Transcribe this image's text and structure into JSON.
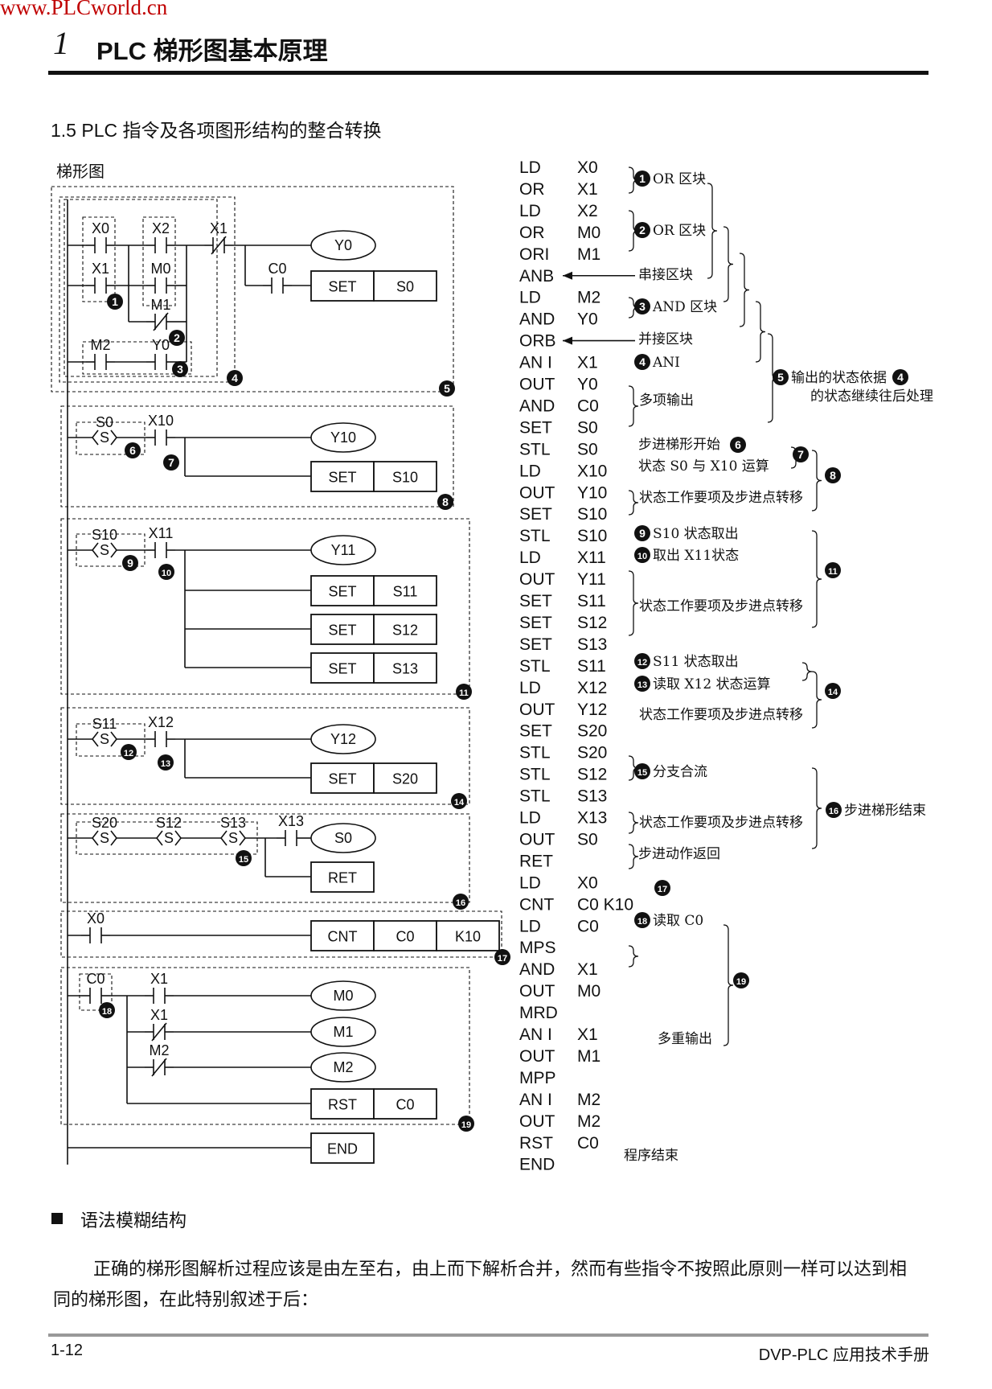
{
  "watermark": "www.PLCworld.cn",
  "chapter": {
    "number": "1",
    "title": "PLC 梯形图基本原理"
  },
  "section_title": "1.5 PLC 指令及各项图形结构的整合转换",
  "diagram_label": "梯形图",
  "ladder": {
    "contacts": [
      "X0",
      "X2",
      "X1",
      "X1",
      "M0",
      "M1",
      "M2",
      "Y0",
      "C0",
      "S0",
      "X10",
      "S10",
      "X11",
      "S11",
      "X12",
      "S20",
      "S12",
      "S13",
      "X13",
      "X0",
      "C0",
      "X1",
      "X1",
      "M2"
    ],
    "coils": [
      "Y0",
      "Y10",
      "Y11",
      "Y12",
      "S0",
      "M0",
      "M1",
      "M2"
    ],
    "boxes": [
      "SET",
      "S0",
      "SET",
      "S10",
      "SET",
      "S11",
      "SET",
      "S12",
      "SET",
      "S13",
      "SET",
      "S20",
      "RET",
      "CNT",
      "C0",
      "K10",
      "RST",
      "C0",
      "END"
    ],
    "markers": [
      "1",
      "2",
      "3",
      "4",
      "5",
      "6",
      "7",
      "8",
      "9",
      "10",
      "11",
      "12",
      "13",
      "14",
      "15",
      "16",
      "17",
      "18",
      "19"
    ]
  },
  "instructions": [
    {
      "op": "LD",
      "arg": "X0"
    },
    {
      "op": "OR",
      "arg": "X1"
    },
    {
      "op": "LD",
      "arg": "X2"
    },
    {
      "op": "OR",
      "arg": "M0"
    },
    {
      "op": "ORI",
      "arg": "M1"
    },
    {
      "op": "ANB",
      "arg": ""
    },
    {
      "op": "LD",
      "arg": "M2"
    },
    {
      "op": "AND",
      "arg": "Y0"
    },
    {
      "op": "ORB",
      "arg": ""
    },
    {
      "op": "AN I",
      "arg": "X1"
    },
    {
      "op": "OUT",
      "arg": "Y0"
    },
    {
      "op": "AND",
      "arg": "C0"
    },
    {
      "op": "SET",
      "arg": "S0"
    },
    {
      "op": "STL",
      "arg": "S0"
    },
    {
      "op": "LD",
      "arg": "X10"
    },
    {
      "op": "OUT",
      "arg": "Y10"
    },
    {
      "op": "SET",
      "arg": "S10"
    },
    {
      "op": "STL",
      "arg": "S10"
    },
    {
      "op": "LD",
      "arg": "X11"
    },
    {
      "op": "OUT",
      "arg": "Y11"
    },
    {
      "op": "SET",
      "arg": "S11"
    },
    {
      "op": "SET",
      "arg": "S12"
    },
    {
      "op": "SET",
      "arg": "S13"
    },
    {
      "op": "STL",
      "arg": "S11"
    },
    {
      "op": "LD",
      "arg": "X12"
    },
    {
      "op": "OUT",
      "arg": "Y12"
    },
    {
      "op": "SET",
      "arg": "S20"
    },
    {
      "op": "STL",
      "arg": "S20"
    },
    {
      "op": "STL",
      "arg": "S12"
    },
    {
      "op": "STL",
      "arg": "S13"
    },
    {
      "op": "LD",
      "arg": "X13"
    },
    {
      "op": "OUT",
      "arg": "S0"
    },
    {
      "op": "RET",
      "arg": ""
    },
    {
      "op": "LD",
      "arg": "X0"
    },
    {
      "op": "CNT",
      "arg": "C0 K10"
    },
    {
      "op": "LD",
      "arg": "C0"
    },
    {
      "op": "MPS",
      "arg": ""
    },
    {
      "op": "AND",
      "arg": "X1"
    },
    {
      "op": "OUT",
      "arg": "M0"
    },
    {
      "op": "MRD",
      "arg": ""
    },
    {
      "op": "AN I",
      "arg": "X1"
    },
    {
      "op": "OUT",
      "arg": "M1"
    },
    {
      "op": "MPP",
      "arg": ""
    },
    {
      "op": "AN I",
      "arg": "M2"
    },
    {
      "op": "OUT",
      "arg": "M2"
    },
    {
      "op": "RST",
      "arg": "C0"
    },
    {
      "op": "END",
      "arg": ""
    }
  ],
  "annotations": [
    {
      "num": "1",
      "text": "OR 区块"
    },
    {
      "num": "2",
      "text": "OR 区块"
    },
    {
      "num": "",
      "text": "串接区块"
    },
    {
      "num": "3",
      "text": "AND 区块"
    },
    {
      "num": "",
      "text": "并接区块"
    },
    {
      "num": "4",
      "text": "ANI"
    },
    {
      "num": "5",
      "text": "输出的状态依据"
    },
    {
      "num": "4",
      "text": "的状态继续往后处理"
    },
    {
      "num": "",
      "text": "多项输出"
    },
    {
      "num": "6",
      "text": "步进梯形开始"
    },
    {
      "num": "",
      "text": "状态 S0 与 X10 运算"
    },
    {
      "num": "7",
      "text": ""
    },
    {
      "num": "8",
      "text": ""
    },
    {
      "num": "",
      "text": "状态工作要项及步进点转移"
    },
    {
      "num": "9",
      "text": "S10 状态取出"
    },
    {
      "num": "10",
      "text": "取出 X11状态"
    },
    {
      "num": "11",
      "text": ""
    },
    {
      "num": "",
      "text": "状态工作要项及步进点转移"
    },
    {
      "num": "12",
      "text": "S11 状态取出"
    },
    {
      "num": "13",
      "text": "读取 X12 状态运算"
    },
    {
      "num": "14",
      "text": ""
    },
    {
      "num": "",
      "text": "状态工作要项及步进点转移"
    },
    {
      "num": "15",
      "text": "分支合流"
    },
    {
      "num": "16",
      "text": "步进梯形结束"
    },
    {
      "num": "",
      "text": "状态工作要项及步进点转移"
    },
    {
      "num": "",
      "text": "步进动作返回"
    },
    {
      "num": "17",
      "text": ""
    },
    {
      "num": "18",
      "text": "读取  C0"
    },
    {
      "num": "19",
      "text": ""
    },
    {
      "num": "",
      "text": "多重输出"
    },
    {
      "num": "",
      "text": "程序结束"
    }
  ],
  "body": {
    "bullet_heading": "语法模糊结构",
    "paragraph": "正确的梯形图解析过程应该是由左至右，由上而下解析合并，然而有些指令不按照此原则一样可以达到相同的梯形图，在此特别叙述于后："
  },
  "footer": {
    "page": "1-12",
    "manual": "DVP-PLC 应用技术手册"
  }
}
